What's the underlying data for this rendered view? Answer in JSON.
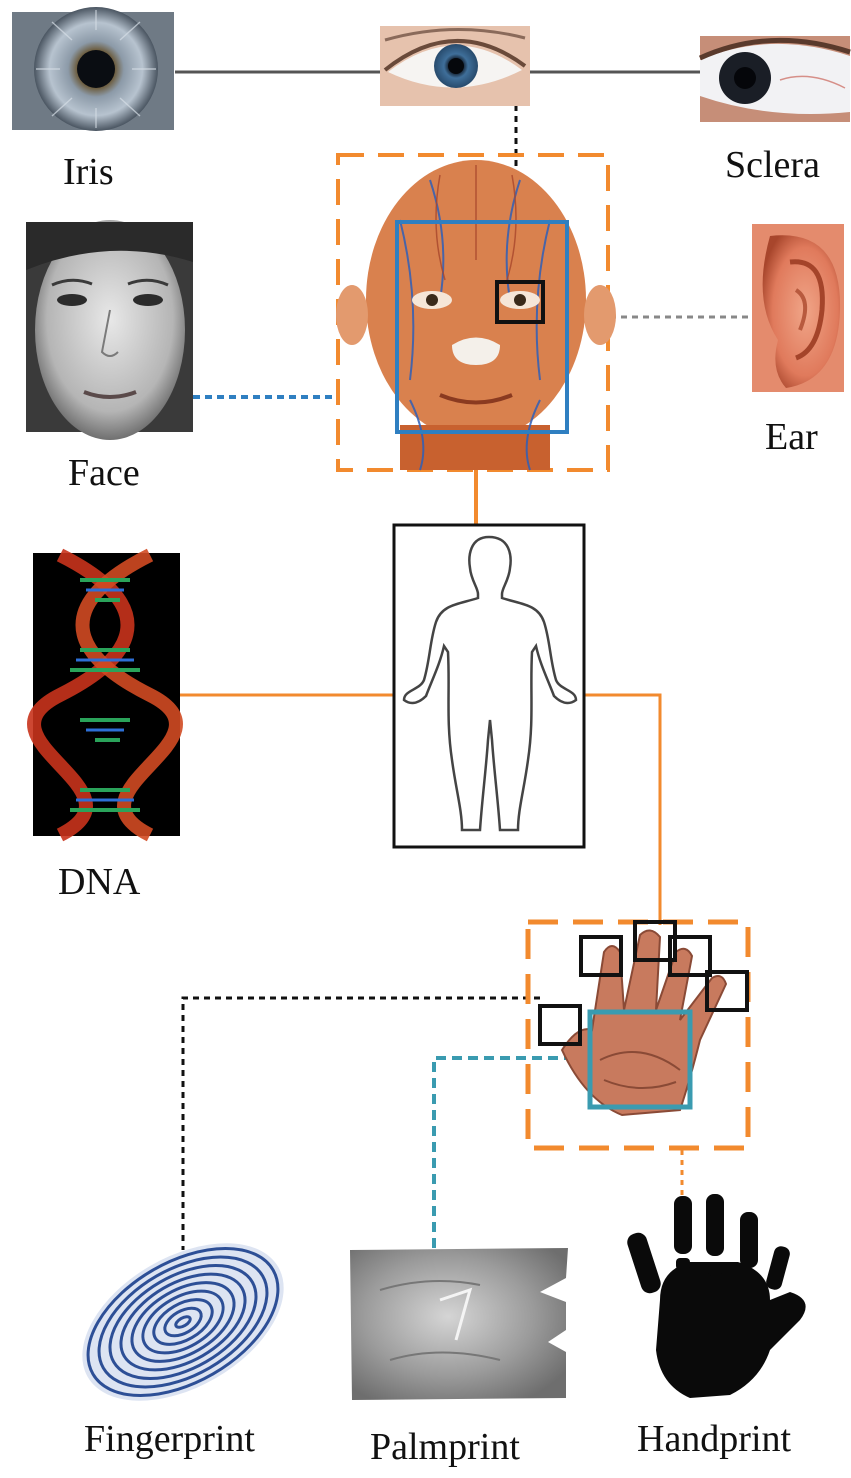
{
  "labels": {
    "iris": "Iris",
    "sclera": "Sclera",
    "face": "Face",
    "ear": "Ear",
    "dna": "DNA",
    "fingerprint": "Fingerprint",
    "palmprint": "Palmprint",
    "handprint": "Handprint"
  },
  "colors": {
    "orange": "#f28a2e",
    "blue": "#2f7fc1",
    "teal": "#3a9bb0",
    "black": "#111111",
    "gray": "#888888",
    "skin": "#d9814e",
    "muscle": "#c8612f",
    "vein": "#2f5fb8",
    "fingerprint": "#2d4f96",
    "palm": "#9a9a9a"
  },
  "icons": {
    "iris": "iris-photo-icon",
    "eye": "eye-photo-icon",
    "sclera": "sclera-photo-icon",
    "face": "face-photo-icon",
    "head": "head-anatomy-icon",
    "ear": "ear-photo-icon",
    "dna": "dna-helix-icon",
    "body": "human-body-icon",
    "hand": "hand-icon",
    "fingerprint": "fingerprint-icon",
    "palmprint": "palmprint-icon",
    "handprint": "handprint-icon"
  }
}
